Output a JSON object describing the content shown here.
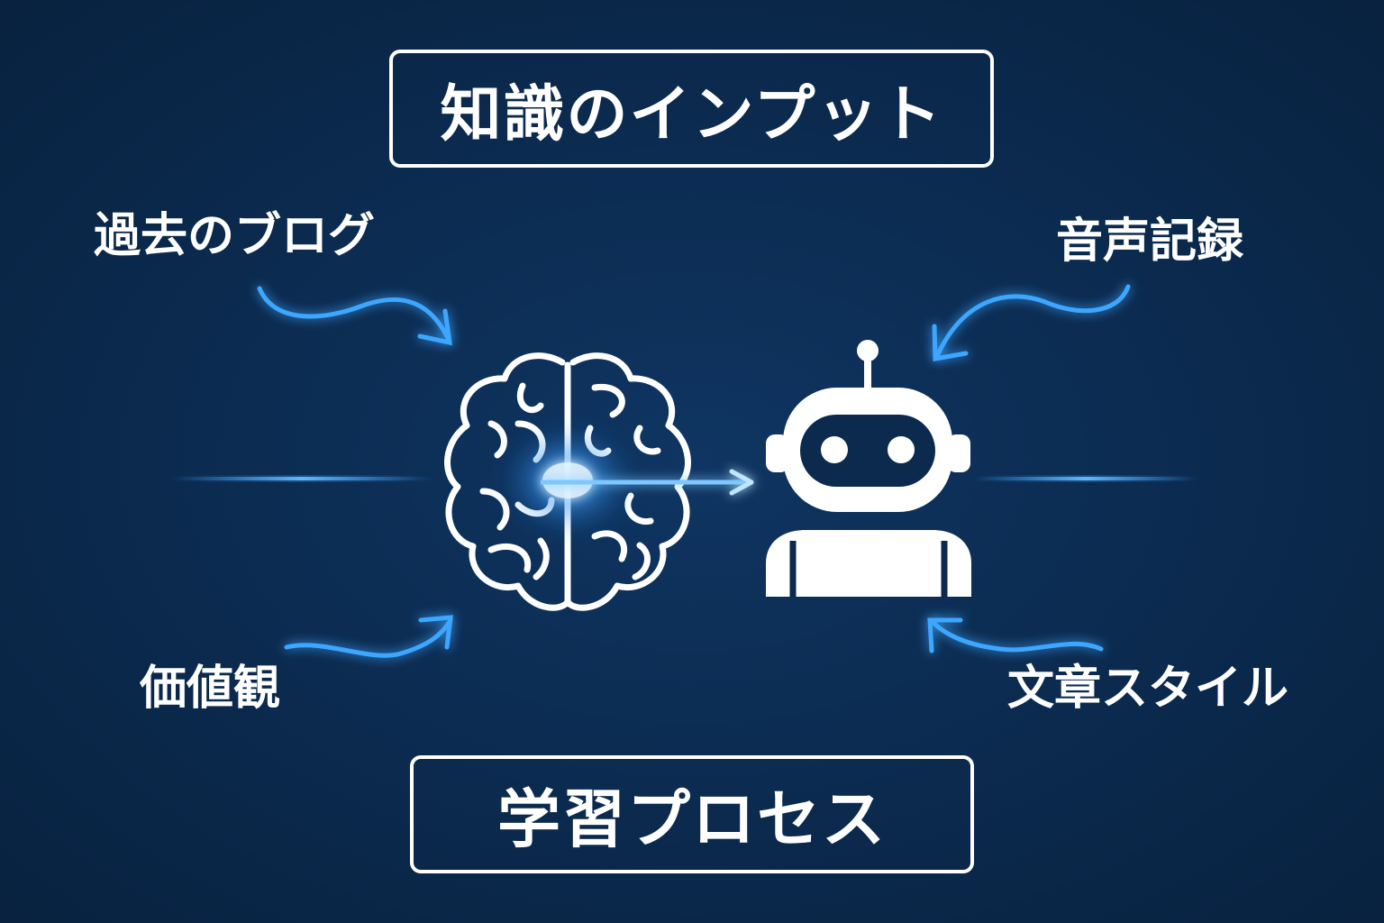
{
  "header": {
    "title": "知識のインプット"
  },
  "footer": {
    "title": "学習プロセス"
  },
  "inputs": {
    "top_left": "過去のブログ",
    "bottom_left": "価値観",
    "top_right": "音声記録",
    "bottom_right": "文章スタイル"
  },
  "icons": {
    "brain": "brain-icon",
    "robot": "robot-icon"
  },
  "colors": {
    "background": "#0b2a4e",
    "glow": "#2f9bff",
    "text": "#ffffff"
  }
}
